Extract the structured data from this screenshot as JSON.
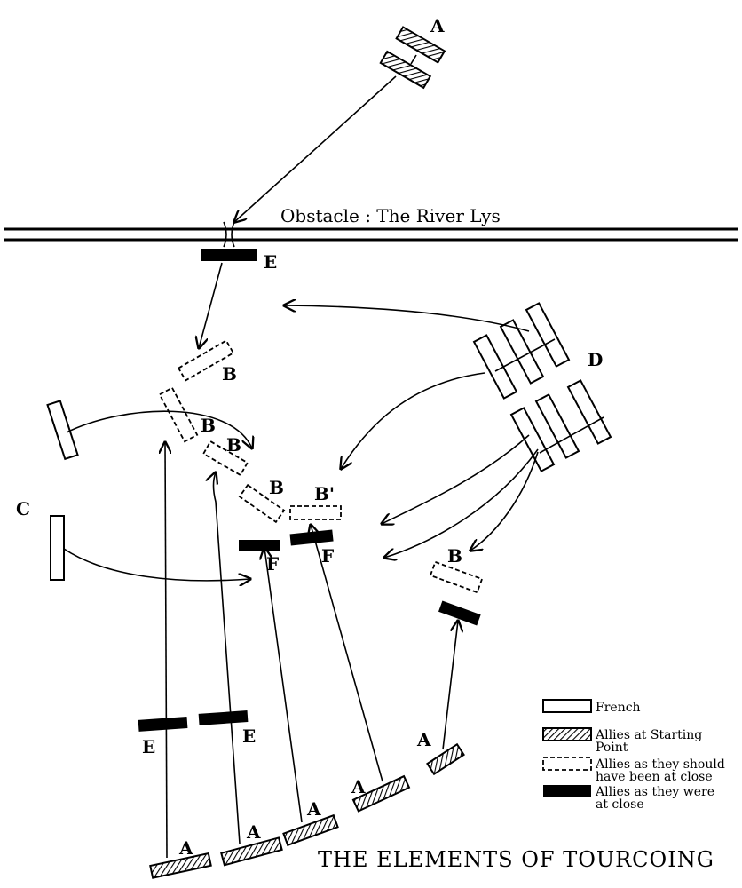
{
  "title": "THE ELEMENTS OF TOURCOING",
  "river_label": "Obstacle : The River Lys",
  "labels": {
    "a": "A",
    "b": "B",
    "b_prime": "B'",
    "c": "C",
    "d": "D",
    "e": "E",
    "f": "F"
  },
  "legend": {
    "french": "French",
    "allies_start_line1": "Allies at Starting",
    "allies_start_line2": "Point",
    "allies_should_line1": "Allies as they should",
    "allies_should_line2": "have been at close",
    "allies_were_line1": "Allies as they were",
    "allies_were_line2": "at close"
  },
  "colors": {
    "ink": "#000000",
    "paper": "#ffffff"
  }
}
